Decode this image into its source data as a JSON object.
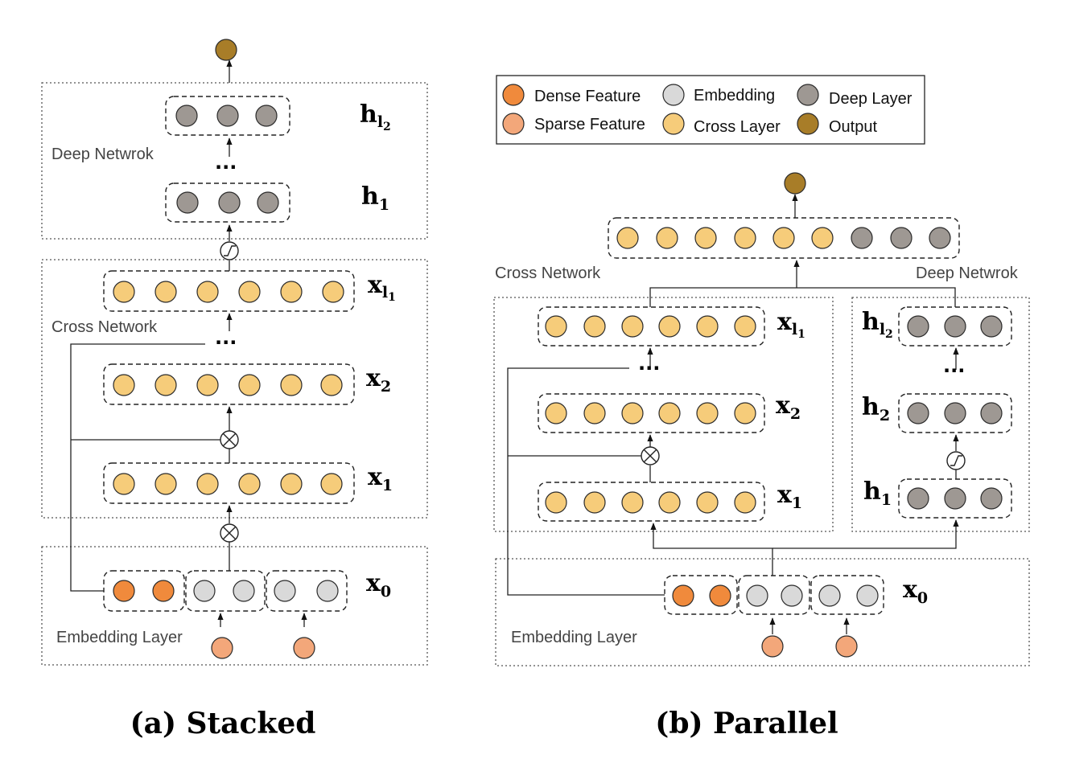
{
  "colors": {
    "dense": "#F08A3C",
    "sparse": "#F3A77A",
    "embedding": "#D9D9D9",
    "cross": "#F6CC7A",
    "deep": "#9E9893",
    "output": "#A87D28"
  },
  "legend": [
    {
      "key": "dense",
      "label": "Dense Feature"
    },
    {
      "key": "sparse",
      "label": "Sparse Feature"
    },
    {
      "key": "embedding",
      "label": "Embedding"
    },
    {
      "key": "cross",
      "label": "Cross Layer"
    },
    {
      "key": "deep",
      "label": "Deep Layer"
    },
    {
      "key": "output",
      "label": "Output"
    }
  ],
  "stacked": {
    "caption": "(a) Stacked",
    "deep_network_label": "Deep Netwrok",
    "cross_network_label": "Cross Network",
    "embedding_layer_label": "Embedding Layer",
    "layers": {
      "h_l2": {
        "main": "h",
        "sub": "l",
        "subsub": "2"
      },
      "h_1": {
        "main": "h",
        "sub": "1"
      },
      "x_l1": {
        "main": "x",
        "sub": "l",
        "subsub": "1"
      },
      "x_2": {
        "main": "x",
        "sub": "2"
      },
      "x_1": {
        "main": "x",
        "sub": "1"
      },
      "x_0": {
        "main": "x",
        "sub": "0"
      }
    },
    "ellipsis": "..."
  },
  "parallel": {
    "caption": "(b) Parallel",
    "cross_network_label": "Cross Network",
    "deep_network_label": "Deep Netwrok",
    "embedding_layer_label": "Embedding Layer",
    "layers": {
      "x_l1": {
        "main": "x",
        "sub": "l",
        "subsub": "1"
      },
      "x_2": {
        "main": "x",
        "sub": "2"
      },
      "x_1": {
        "main": "x",
        "sub": "1"
      },
      "h_l2": {
        "main": "h",
        "sub": "l",
        "subsub": "2"
      },
      "h_2": {
        "main": "h",
        "sub": "2"
      },
      "h_1": {
        "main": "h",
        "sub": "1"
      },
      "x_0": {
        "main": "x",
        "sub": "0"
      }
    },
    "ellipsis": "..."
  }
}
